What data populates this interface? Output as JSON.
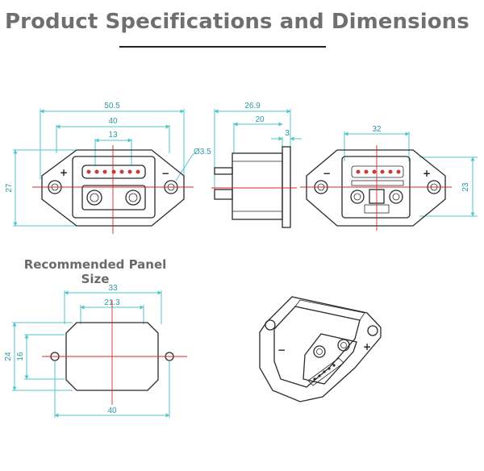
{
  "header": {
    "title": "Product Specifications and Dimensions"
  },
  "panel_section": {
    "label": "Recommended Panel Size"
  },
  "front_view": {
    "overall_width": "50.5",
    "inner_width": "40",
    "pin_row_width": "13",
    "height": "27",
    "hole_diameter": "Ø3.5",
    "plus_sign": "+",
    "minus_sign": "−"
  },
  "side_view": {
    "overall_depth": "26.9",
    "body_depth": "20",
    "flange_thickness": "3"
  },
  "rear_view": {
    "body_width": "32",
    "height": "23",
    "plus_sign": "+",
    "minus_sign": "−"
  },
  "panel_cutout": {
    "top_width": "33",
    "inner_width": "21.3",
    "bottom_width": "40",
    "outer_height": "24",
    "inner_height": "16"
  },
  "iso_view": {
    "plus_sign": "+",
    "minus_sign": "−"
  },
  "colors": {
    "dimension": "#4fc6cc",
    "centerline": "#d62a2a",
    "outline": "#2a2a2a",
    "title": "#6f6f6f"
  }
}
